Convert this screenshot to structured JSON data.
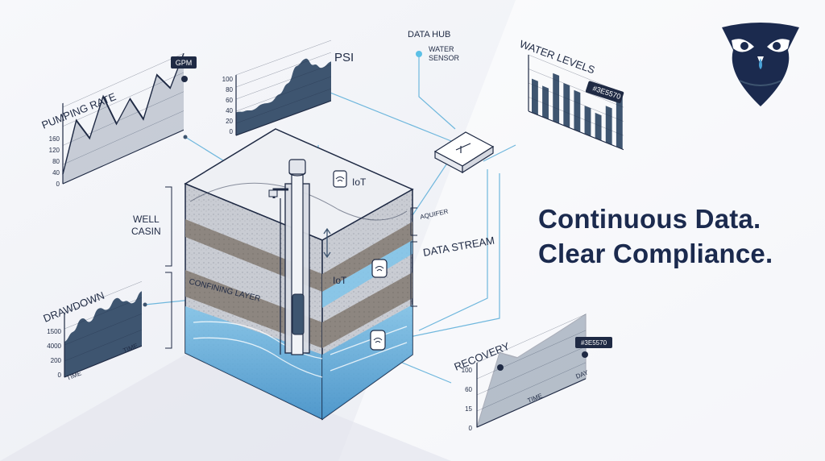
{
  "headline": {
    "line1": "Continuous Data.",
    "line2": "Clear Compliance."
  },
  "labels": {
    "data_hub": "DATA HUB",
    "water_sensor_line1": "WATER",
    "water_sensor_line2": "SENSOR",
    "well_casing_line1": "WELL",
    "well_casing_line2": "CASIN",
    "aquifer": "AQUIFER",
    "data_stream": "DATA STREAM",
    "confining_layer": "CONFINING LAYER",
    "iot_top": "IoT",
    "iot_mid": "IoT"
  },
  "colors": {
    "navy": "#1b2a4e",
    "chart_blue": "#3e5570",
    "water_blue": "#4aa3d8",
    "light_bg": "#f3f4f8"
  },
  "icons": [
    "owl-logo-icon",
    "wifi-sensor-icon",
    "data-hub-device-icon"
  ],
  "chart_data": [
    {
      "type": "line",
      "title": "PUMPING RATE",
      "unit_badge": "GPM",
      "y_ticks": [
        "160",
        "120",
        "80",
        "40",
        "0"
      ],
      "ylim": [
        0,
        160
      ],
      "values": [
        20,
        120,
        70,
        145,
        75,
        115,
        60,
        140,
        100,
        160
      ]
    },
    {
      "type": "area",
      "title": "PSI",
      "y_ticks": [
        "100",
        "80",
        "60",
        "40",
        "20",
        "0"
      ],
      "ylim": [
        0,
        100
      ],
      "values": [
        38,
        35,
        32,
        36,
        34,
        42,
        55,
        78,
        85,
        70,
        60,
        65
      ]
    },
    {
      "type": "bar",
      "title": "WATER LEVELS",
      "badge": "#3E5570",
      "values": [
        60,
        55,
        85,
        75,
        70,
        50,
        45,
        65,
        95
      ]
    },
    {
      "type": "area",
      "title": "DRAWDOWN",
      "y_ticks": [
        "1500",
        "4000",
        "200",
        "0"
      ],
      "xlabel": "TIME",
      "x_end_label": "TIME",
      "values": [
        55,
        65,
        80,
        70,
        85,
        78,
        90,
        80,
        72,
        85
      ]
    },
    {
      "type": "area",
      "title": "RECOVERY",
      "badge": "#3E5570",
      "y_ticks": [
        "100",
        "60",
        "15",
        "0"
      ],
      "xlabel": "TIME",
      "x_end_label": "DAY",
      "ylim": [
        0,
        100
      ],
      "values": [
        0,
        100,
        80,
        85,
        90,
        95,
        100
      ]
    }
  ]
}
